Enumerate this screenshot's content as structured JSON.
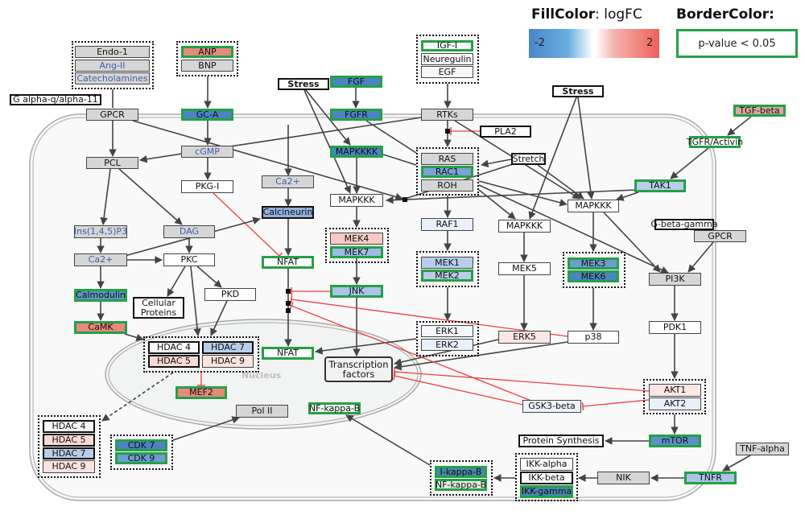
{
  "legend": {
    "fill_title": "FillColor",
    "fill_suffix": ": logFC",
    "fill_min": "-2",
    "fill_max": "2",
    "border_title": "BorderColor:",
    "border_item": "p-value < 0.05",
    "colors": {
      "low": "#4b86c8",
      "mid": "#ffffff",
      "high": "#ee5f5a",
      "significant_border": "#25a046"
    }
  },
  "compartments": {
    "nucleus_label": "Nucleus"
  },
  "nodes": [
    {
      "id": "endo1",
      "label": "Endo-1",
      "fill": "#d6d6d6"
    },
    {
      "id": "angII",
      "label": "Ang-II",
      "fill": "#d6d6d6",
      "kind": "metabolite"
    },
    {
      "id": "catecholamines",
      "label": "Catecholamines",
      "fill": "#d6d6d6",
      "kind": "metabolite"
    },
    {
      "id": "anp",
      "label": "ANP",
      "fill": "#e8897d",
      "sig": true
    },
    {
      "id": "bnp",
      "label": "BNP",
      "fill": "#d6d6d6"
    },
    {
      "id": "galpha",
      "label": "G alpha-q/alpha-11",
      "fill": "#ffffff",
      "kind": "thick"
    },
    {
      "id": "gpcr1",
      "label": "GPCR",
      "fill": "#d6d6d6"
    },
    {
      "id": "gca",
      "label": "GC-A",
      "fill": "#4c83c4",
      "sig": true
    },
    {
      "id": "stress1",
      "label": "Stress",
      "fill": "#ffffff",
      "kind": "thick-bold"
    },
    {
      "id": "fgf",
      "label": "FGF",
      "fill": "#4c83c4",
      "sig": true
    },
    {
      "id": "fgfr",
      "label": "FGFR",
      "fill": "#4c83c4",
      "sig": true
    },
    {
      "id": "igf1",
      "label": "IGF-I",
      "fill": "#f7f9f7",
      "sig": true
    },
    {
      "id": "neuregulin",
      "label": "Neuregulin",
      "fill": "#f7f7f7"
    },
    {
      "id": "egf",
      "label": "EGF",
      "fill": "#f7f7f7"
    },
    {
      "id": "rtks",
      "label": "RTKs",
      "fill": "#d6d6d6"
    },
    {
      "id": "pla2",
      "label": "PLA2",
      "fill": "#ffffff",
      "kind": "thick"
    },
    {
      "id": "stress2",
      "label": "Stress",
      "fill": "#ffffff",
      "kind": "thick-bold"
    },
    {
      "id": "tgfbeta",
      "label": "TGF-beta",
      "fill": "#d9a89b",
      "sig": true
    },
    {
      "id": "tgfr",
      "label": "TGFR/Activin",
      "fill": "#ffffff",
      "sig": true
    },
    {
      "id": "pcl",
      "label": "PCL",
      "fill": "#d6d6d6"
    },
    {
      "id": "cgmp",
      "label": "cGMP",
      "fill": "#d6d6d6",
      "kind": "metabolite"
    },
    {
      "id": "mapkkkk",
      "label": "MAPKKKK",
      "fill": "#4c83c4",
      "sig": true
    },
    {
      "id": "ras",
      "label": "RAS",
      "fill": "#d6d6d6"
    },
    {
      "id": "rac1",
      "label": "RAC1",
      "fill": "#7ba3d6",
      "sig": true
    },
    {
      "id": "roh",
      "label": "ROH",
      "fill": "#d6d6d6"
    },
    {
      "id": "stretch",
      "label": "Stretch",
      "fill": "#ffffff",
      "kind": "thick"
    },
    {
      "id": "pkgi",
      "label": "PKG-I",
      "fill": "#ffffff"
    },
    {
      "id": "ca2b",
      "label": "Ca2+",
      "fill": "#d6d6d6",
      "kind": "metabolite"
    },
    {
      "id": "mapkkk1",
      "label": "MAPKKK",
      "fill": "#ffffff"
    },
    {
      "id": "tak1",
      "label": "TAK1",
      "fill": "#b7cde9",
      "sig": true
    },
    {
      "id": "mapkkk3",
      "label": "MAPKKK",
      "fill": "#ffffff"
    },
    {
      "id": "calcineurin",
      "label": "Calcineurin",
      "fill": "#8fb0dc",
      "kind": "thick"
    },
    {
      "id": "raf1",
      "label": "RAF1",
      "fill": "#e9f0fa"
    },
    {
      "id": "mapkkk2",
      "label": "MAPKKK",
      "fill": "#ffffff"
    },
    {
      "id": "gbg",
      "label": "G-beta-gamma",
      "fill": "#ffffff",
      "kind": "thick"
    },
    {
      "id": "gpcr2",
      "label": "GPCR",
      "fill": "#d6d6d6"
    },
    {
      "id": "ins",
      "label": "Ins(1,4,5)P3",
      "fill": "#d6d6d6",
      "kind": "metabolite"
    },
    {
      "id": "dag",
      "label": "DAG",
      "fill": "#d6d6d6",
      "kind": "metabolite"
    },
    {
      "id": "mek4",
      "label": "MEK4",
      "fill": "#f6cbc6"
    },
    {
      "id": "mek7",
      "label": "MEK7",
      "fill": "#9dbde6",
      "sig": true
    },
    {
      "id": "mek1",
      "label": "MEK1",
      "fill": "#b7cde9"
    },
    {
      "id": "mek2",
      "label": "MEK2",
      "fill": "#b7cde9",
      "sig": true
    },
    {
      "id": "ca2a",
      "label": "Ca2+",
      "fill": "#d6d6d6",
      "kind": "metabolite"
    },
    {
      "id": "pkc",
      "label": "PKC",
      "fill": "#ffffff"
    },
    {
      "id": "nfat1",
      "label": "NFAT",
      "fill": "#ffffff",
      "sig": true
    },
    {
      "id": "mek5",
      "label": "MEK5",
      "fill": "#ffffff"
    },
    {
      "id": "mek3",
      "label": "MEK3",
      "fill": "#6f9bd2",
      "sig": true
    },
    {
      "id": "mek6",
      "label": "MEK6",
      "fill": "#4c83c4",
      "sig": true
    },
    {
      "id": "pi3k",
      "label": "PI3K",
      "fill": "#d6d6d6"
    },
    {
      "id": "jnk",
      "label": "JNK",
      "fill": "#a9c4e8",
      "sig": true
    },
    {
      "id": "calmodulin",
      "label": "Calmodulin",
      "fill": "#5b97c0",
      "sig": true
    },
    {
      "id": "cellular",
      "label": "Cellular Proteins",
      "fill": "#ffffff",
      "kind": "thick"
    },
    {
      "id": "pkd",
      "label": "PKD",
      "fill": "#ffffff"
    },
    {
      "id": "camk",
      "label": "CaMK",
      "fill": "#e8897d",
      "sig": true
    },
    {
      "id": "pdk1",
      "label": "PDK1",
      "fill": "#ffffff"
    },
    {
      "id": "erk1",
      "label": "ERK1",
      "fill": "#f4f7fb"
    },
    {
      "id": "erk2",
      "label": "ERK2",
      "fill": "#e9f0fa"
    },
    {
      "id": "erk5",
      "label": "ERK5",
      "fill": "#fbe6e3"
    },
    {
      "id": "p38",
      "label": "p38",
      "fill": "#ffffff"
    },
    {
      "id": "hdac4a",
      "label": "HDAC 4",
      "fill": "#f8f8f8",
      "kind": "thick"
    },
    {
      "id": "hdac7a",
      "label": "HDAC 7",
      "fill": "#b7cde9",
      "kind": "thick"
    },
    {
      "id": "hdac5a",
      "label": "HDAC 5",
      "fill": "#f8d9d5",
      "kind": "thick"
    },
    {
      "id": "hdac9a",
      "label": "HDAC 9",
      "fill": "#fbe3e0"
    },
    {
      "id": "nfat2",
      "label": "NFAT",
      "fill": "#ffffff",
      "sig": true
    },
    {
      "id": "tf",
      "label": "Transcription factors",
      "fill": "#f2f2f2",
      "kind": "rounded"
    },
    {
      "id": "mef2",
      "label": "MEF2",
      "fill": "#e8897d",
      "sig": true
    },
    {
      "id": "akt1",
      "label": "AKT1",
      "fill": "#fbe6e3"
    },
    {
      "id": "akt2",
      "label": "AKT2",
      "fill": "#e9f0fa"
    },
    {
      "id": "gsk3",
      "label": "GSK3-beta",
      "fill": "#eef3fb"
    },
    {
      "id": "polII",
      "label": "Pol II",
      "fill": "#d6d6d6"
    },
    {
      "id": "nfkb1",
      "label": "NF-kappa-B",
      "fill": "#eef7ee",
      "sig": true
    },
    {
      "id": "hdac4b",
      "label": "HDAC 4",
      "fill": "#f8f8f8",
      "kind": "thick"
    },
    {
      "id": "hdac5b",
      "label": "HDAC 5",
      "fill": "#f8d9d5",
      "kind": "thick"
    },
    {
      "id": "hdac7b",
      "label": "HDAC 7",
      "fill": "#b7cde9",
      "kind": "thick"
    },
    {
      "id": "hdac9b",
      "label": "HDAC 9",
      "fill": "#fbe3e0"
    },
    {
      "id": "cdk7",
      "label": "CDK 7",
      "fill": "#4c83c4",
      "sig": true
    },
    {
      "id": "cdk9",
      "label": "CDK 9",
      "fill": "#6f9bd2",
      "sig": true
    },
    {
      "id": "protsyn",
      "label": "Protein Synthesis",
      "fill": "#ffffff",
      "kind": "thick"
    },
    {
      "id": "mtor",
      "label": "mTOR",
      "fill": "#5f90c8",
      "sig": true
    },
    {
      "id": "tnfa",
      "label": "TNF-alpha",
      "fill": "#d6d6d6"
    },
    {
      "id": "ikka",
      "label": "IKK-alpha",
      "fill": "#f7f9fc"
    },
    {
      "id": "ikkb",
      "label": "IKK-beta",
      "fill": "#ffffff",
      "kind": "thick"
    },
    {
      "id": "ikkg",
      "label": "IKK-gamma",
      "fill": "#4a86b0",
      "sig": true
    },
    {
      "id": "ikb",
      "label": "I-kappa-B",
      "fill": "#4a86b0",
      "sig": true
    },
    {
      "id": "nfkb2",
      "label": "NF-kappa-B",
      "fill": "#dff0df",
      "sig": true
    },
    {
      "id": "nik",
      "label": "NIK",
      "fill": "#d6d6d6"
    },
    {
      "id": "tnfr",
      "label": "TNFR",
      "fill": "#a9c4e8",
      "sig": true
    }
  ]
}
